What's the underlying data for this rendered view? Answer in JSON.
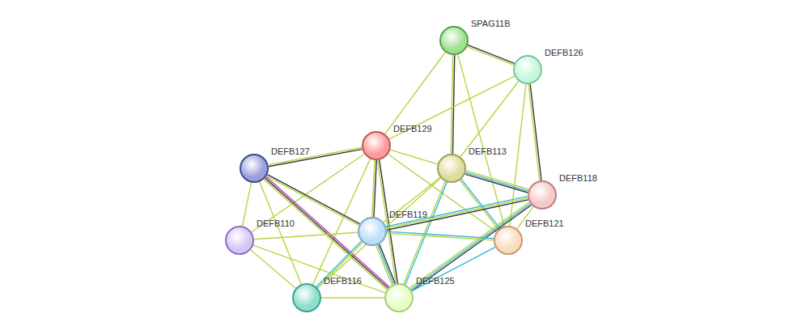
{
  "diagram": {
    "nodes": [
      {
        "text": [
          "SPAG11B"
        ]
      },
      {
        "text": [
          "DEFB126"
        ]
      },
      {
        "text": [
          "DEFB129"
        ]
      },
      {
        "text": [
          "DEFB113"
        ]
      },
      {
        "text": [
          "DEFB127"
        ]
      },
      {
        "text": [
          "DEFB118"
        ]
      },
      {
        "text": [
          "DEFB119"
        ]
      },
      {
        "text": [
          "DEFB121"
        ]
      },
      {
        "text": [
          "DEFB110"
        ]
      },
      {
        "text": [
          "DEFB116"
        ]
      },
      {
        "text": [
          "DEFB125"
        ]
      }
    ],
    "edges": [
      {
        "from": 0,
        "to": 1,
        "arrow": "none"
      },
      {
        "from": 0,
        "to": 2,
        "arrow": "none"
      },
      {
        "from": 0,
        "to": 3,
        "arrow": "none"
      },
      {
        "from": 0,
        "to": 7,
        "arrow": "none"
      },
      {
        "from": 1,
        "to": 2,
        "arrow": "none"
      },
      {
        "from": 1,
        "to": 3,
        "arrow": "none"
      },
      {
        "from": 1,
        "to": 5,
        "arrow": "none"
      },
      {
        "from": 1,
        "to": 7,
        "arrow": "none"
      },
      {
        "from": 2,
        "to": 4,
        "arrow": "none"
      },
      {
        "from": 2,
        "to": 3,
        "arrow": "none"
      },
      {
        "from": 2,
        "to": 6,
        "arrow": "none"
      },
      {
        "from": 2,
        "to": 10,
        "arrow": "none"
      },
      {
        "from": 2,
        "to": 8,
        "arrow": "none"
      },
      {
        "from": 2,
        "to": 9,
        "arrow": "none"
      },
      {
        "from": 2,
        "to": 7,
        "arrow": "none"
      },
      {
        "from": 3,
        "to": 5,
        "arrow": "none"
      },
      {
        "from": 3,
        "to": 6,
        "arrow": "none"
      },
      {
        "from": 3,
        "to": 10,
        "arrow": "none"
      },
      {
        "from": 3,
        "to": 7,
        "arrow": "none"
      },
      {
        "from": 3,
        "to": 9,
        "arrow": "none"
      },
      {
        "from": 4,
        "to": 6,
        "arrow": "none"
      },
      {
        "from": 4,
        "to": 10,
        "arrow": "none"
      },
      {
        "from": 4,
        "to": 8,
        "arrow": "none"
      },
      {
        "from": 4,
        "to": 9,
        "arrow": "none"
      },
      {
        "from": 5,
        "to": 6,
        "arrow": "none"
      },
      {
        "from": 5,
        "to": 10,
        "arrow": "none"
      },
      {
        "from": 5,
        "to": 7,
        "arrow": "none"
      },
      {
        "from": 6,
        "to": 7,
        "arrow": "none"
      },
      {
        "from": 6,
        "to": 8,
        "arrow": "none"
      },
      {
        "from": 6,
        "to": 9,
        "arrow": "none"
      },
      {
        "from": 6,
        "to": 10,
        "arrow": "none"
      },
      {
        "from": 7,
        "to": 10,
        "arrow": "none"
      },
      {
        "from": 8,
        "to": 9,
        "arrow": "none"
      },
      {
        "from": 8,
        "to": 10,
        "arrow": "none"
      },
      {
        "from": 9,
        "to": 10,
        "arrow": "none"
      }
    ]
  }
}
